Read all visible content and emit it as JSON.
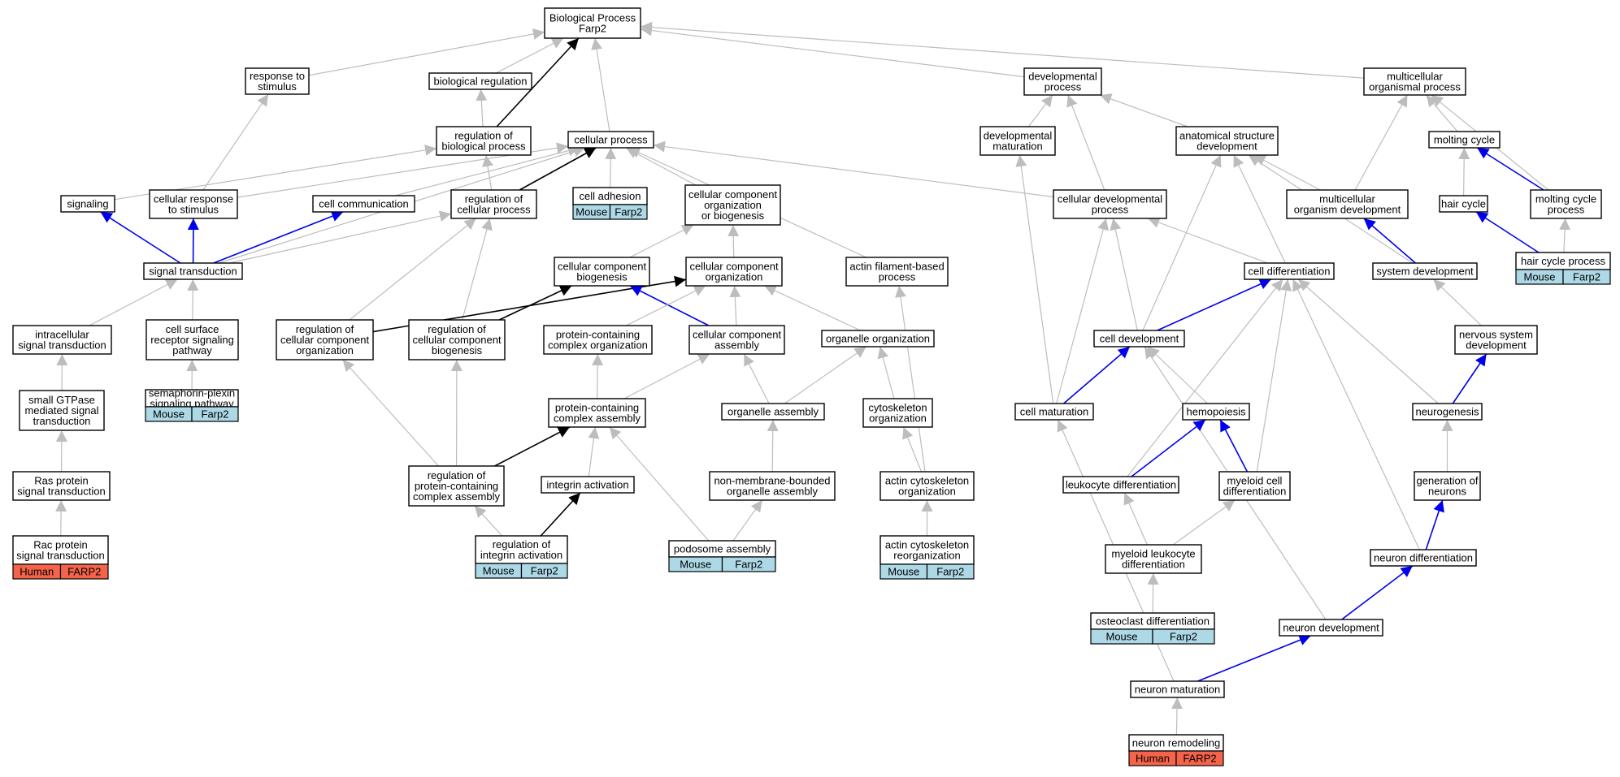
{
  "colors": {
    "gray_edge": "#bdbdbd",
    "blue_edge": "#0000ee",
    "black_edge": "#000000",
    "mouse_tag": "#add8e6",
    "human_tag": "#f4634a"
  },
  "nodes": [
    {
      "id": "bp",
      "lines": [
        "Biological Process",
        "Farp2"
      ]
    },
    {
      "id": "resp_stim",
      "lines": [
        "response to",
        "stimulus"
      ]
    },
    {
      "id": "bio_reg",
      "lines": [
        "biological regulation"
      ]
    },
    {
      "id": "reg_bio",
      "lines": [
        "regulation of",
        "biological process"
      ]
    },
    {
      "id": "cell_proc",
      "lines": [
        "cellular process"
      ]
    },
    {
      "id": "dev_proc",
      "lines": [
        "developmental",
        "process"
      ]
    },
    {
      "id": "multi_org",
      "lines": [
        "multicellular",
        "organismal process"
      ]
    },
    {
      "id": "dev_mat",
      "lines": [
        "developmental",
        "maturation"
      ]
    },
    {
      "id": "anat_dev",
      "lines": [
        "anatomical structure",
        "development"
      ]
    },
    {
      "id": "molt_cycle",
      "lines": [
        "molting cycle"
      ]
    },
    {
      "id": "signaling",
      "lines": [
        "signaling"
      ]
    },
    {
      "id": "cell_resp",
      "lines": [
        "cellular response",
        "to stimulus"
      ]
    },
    {
      "id": "cell_comm",
      "lines": [
        "cell communication"
      ]
    },
    {
      "id": "reg_cell",
      "lines": [
        "regulation of",
        "cellular process"
      ]
    },
    {
      "id": "cell_adh",
      "lines": [
        "cell adhesion"
      ],
      "tags": [
        "Mouse",
        "Farp2"
      ],
      "tag_kind": "mouse"
    },
    {
      "id": "ccob",
      "lines": [
        "cellular component",
        "organization",
        "or biogenesis"
      ]
    },
    {
      "id": "cell_dev_proc",
      "lines": [
        "cellular developmental",
        "process"
      ]
    },
    {
      "id": "multi_dev",
      "lines": [
        "multicellular",
        "organism development"
      ]
    },
    {
      "id": "hair_cycle",
      "lines": [
        "hair cycle"
      ]
    },
    {
      "id": "molt_proc",
      "lines": [
        "molting cycle",
        "process"
      ]
    },
    {
      "id": "sig_trans",
      "lines": [
        "signal transduction"
      ]
    },
    {
      "id": "cc_bio",
      "lines": [
        "cellular component",
        "biogenesis"
      ]
    },
    {
      "id": "cc_org",
      "lines": [
        "cellular component",
        "organization"
      ]
    },
    {
      "id": "actin_fil",
      "lines": [
        "actin filament-based",
        "process"
      ]
    },
    {
      "id": "cell_diff",
      "lines": [
        "cell differentiation"
      ]
    },
    {
      "id": "sys_dev",
      "lines": [
        "system development"
      ]
    },
    {
      "id": "hair_proc",
      "lines": [
        "hair cycle process"
      ],
      "tags": [
        "Mouse",
        "Farp2"
      ],
      "tag_kind": "mouse"
    },
    {
      "id": "intra_sig",
      "lines": [
        "intracellular",
        "signal transduction"
      ]
    },
    {
      "id": "csr",
      "lines": [
        "cell surface",
        "receptor signaling",
        "pathway"
      ]
    },
    {
      "id": "reg_cco",
      "lines": [
        "regulation of",
        "cellular component",
        "organization"
      ]
    },
    {
      "id": "reg_ccb",
      "lines": [
        "regulation of",
        "cellular component",
        "biogenesis"
      ]
    },
    {
      "id": "pcco",
      "lines": [
        "protein-containing",
        "complex organization"
      ]
    },
    {
      "id": "cca",
      "lines": [
        "cellular component",
        "assembly"
      ]
    },
    {
      "id": "org_org",
      "lines": [
        "organelle organization"
      ]
    },
    {
      "id": "cell_dev",
      "lines": [
        "cell development"
      ]
    },
    {
      "id": "ns_dev",
      "lines": [
        "nervous system",
        "development"
      ]
    },
    {
      "id": "gtpase",
      "lines": [
        "small GTPase",
        "mediated signal",
        "transduction"
      ]
    },
    {
      "id": "sema",
      "lines": [
        "semaphorin-plexin",
        "signaling pathway"
      ],
      "tags": [
        "Mouse",
        "Farp2"
      ],
      "tag_kind": "mouse"
    },
    {
      "id": "pcca",
      "lines": [
        "protein-containing",
        "complex assembly"
      ]
    },
    {
      "id": "org_asm",
      "lines": [
        "organelle assembly"
      ]
    },
    {
      "id": "cyto_org",
      "lines": [
        "cytoskeleton",
        "organization"
      ]
    },
    {
      "id": "cell_mat",
      "lines": [
        "cell maturation"
      ]
    },
    {
      "id": "hemo",
      "lines": [
        "hemopoiesis"
      ]
    },
    {
      "id": "neurogen",
      "lines": [
        "neurogenesis"
      ]
    },
    {
      "id": "ras",
      "lines": [
        "Ras protein",
        "signal transduction"
      ]
    },
    {
      "id": "reg_pcca",
      "lines": [
        "regulation of",
        "protein-containing",
        "complex assembly"
      ]
    },
    {
      "id": "integrin",
      "lines": [
        "integrin activation"
      ]
    },
    {
      "id": "nmb",
      "lines": [
        "non-membrane-bounded",
        "organelle assembly"
      ]
    },
    {
      "id": "actin_org",
      "lines": [
        "actin cytoskeleton",
        "organization"
      ]
    },
    {
      "id": "leuko",
      "lines": [
        "leukocyte differentiation"
      ]
    },
    {
      "id": "myeloid",
      "lines": [
        "myeloid cell",
        "differentiation"
      ]
    },
    {
      "id": "gen_neur",
      "lines": [
        "generation of",
        "neurons"
      ]
    },
    {
      "id": "rac",
      "lines": [
        "Rac protein",
        "signal transduction"
      ],
      "tags": [
        "Human",
        "FARP2"
      ],
      "tag_kind": "human"
    },
    {
      "id": "reg_int",
      "lines": [
        "regulation of",
        "integrin activation"
      ],
      "tags": [
        "Mouse",
        "Farp2"
      ],
      "tag_kind": "mouse"
    },
    {
      "id": "podo",
      "lines": [
        "podosome assembly"
      ],
      "tags": [
        "Mouse",
        "Farp2"
      ],
      "tag_kind": "mouse"
    },
    {
      "id": "actin_reorg",
      "lines": [
        "actin cytoskeleton",
        "reorganization"
      ],
      "tags": [
        "Mouse",
        "Farp2"
      ],
      "tag_kind": "mouse"
    },
    {
      "id": "myel_leuk",
      "lines": [
        "myeloid leukocyte",
        "differentiation"
      ]
    },
    {
      "id": "neur_diff",
      "lines": [
        "neuron differentiation"
      ]
    },
    {
      "id": "osteo",
      "lines": [
        "osteoclast differentiation"
      ],
      "tags": [
        "Mouse",
        "Farp2"
      ],
      "tag_kind": "mouse"
    },
    {
      "id": "neur_dev",
      "lines": [
        "neuron development"
      ]
    },
    {
      "id": "neur_mat",
      "lines": [
        "neuron maturation"
      ]
    },
    {
      "id": "neur_rem",
      "lines": [
        "neuron remodeling"
      ],
      "tags": [
        "Human",
        "FARP2"
      ],
      "tag_kind": "human"
    }
  ],
  "edges": [
    {
      "from": "resp_stim",
      "to": "bp",
      "style": "gray"
    },
    {
      "from": "bio_reg",
      "to": "bp",
      "style": "gray"
    },
    {
      "from": "reg_bio",
      "to": "bp",
      "style": "black"
    },
    {
      "from": "cell_proc",
      "to": "bp",
      "style": "gray"
    },
    {
      "from": "dev_proc",
      "to": "bp",
      "style": "gray"
    },
    {
      "from": "multi_org",
      "to": "bp",
      "style": "gray"
    },
    {
      "from": "reg_bio",
      "to": "bio_reg",
      "style": "gray"
    },
    {
      "from": "dev_mat",
      "to": "dev_proc",
      "style": "gray"
    },
    {
      "from": "anat_dev",
      "to": "dev_proc",
      "style": "gray"
    },
    {
      "from": "cell_dev_proc",
      "to": "dev_proc",
      "style": "gray"
    },
    {
      "from": "multi_dev",
      "to": "multi_org",
      "style": "gray"
    },
    {
      "from": "molt_cycle",
      "to": "multi_org",
      "style": "gray"
    },
    {
      "from": "molt_proc",
      "to": "multi_org",
      "style": "gray"
    },
    {
      "from": "hair_cycle",
      "to": "molt_cycle",
      "style": "gray"
    },
    {
      "from": "molt_proc",
      "to": "molt_cycle",
      "style": "blue"
    },
    {
      "from": "signaling",
      "to": "reg_bio",
      "style": "gray"
    },
    {
      "from": "reg_cell",
      "to": "reg_bio",
      "style": "gray"
    },
    {
      "from": "cell_resp",
      "to": "resp_stim",
      "style": "gray"
    },
    {
      "from": "cell_resp",
      "to": "cell_proc",
      "style": "gray"
    },
    {
      "from": "cell_comm",
      "to": "cell_proc",
      "style": "gray"
    },
    {
      "from": "reg_cell",
      "to": "cell_proc",
      "style": "black"
    },
    {
      "from": "cell_adh",
      "to": "cell_proc",
      "style": "gray"
    },
    {
      "from": "ccob",
      "to": "cell_proc",
      "style": "gray"
    },
    {
      "from": "actin_fil",
      "to": "cell_proc",
      "style": "gray"
    },
    {
      "from": "cell_dev_proc",
      "to": "cell_proc",
      "style": "gray"
    },
    {
      "from": "sig_trans",
      "to": "cell_proc",
      "style": "gray"
    },
    {
      "from": "sig_trans",
      "to": "signaling",
      "style": "blue"
    },
    {
      "from": "sig_trans",
      "to": "cell_resp",
      "style": "blue"
    },
    {
      "from": "sig_trans",
      "to": "cell_comm",
      "style": "blue"
    },
    {
      "from": "sig_trans",
      "to": "reg_cell",
      "style": "gray"
    },
    {
      "from": "cc_bio",
      "to": "ccob",
      "style": "gray"
    },
    {
      "from": "cc_org",
      "to": "ccob",
      "style": "gray"
    },
    {
      "from": "multi_dev",
      "to": "anat_dev",
      "style": "gray"
    },
    {
      "from": "cell_diff",
      "to": "anat_dev",
      "style": "gray"
    },
    {
      "from": "cell_dev",
      "to": "anat_dev",
      "style": "gray"
    },
    {
      "from": "sys_dev",
      "to": "anat_dev",
      "style": "gray"
    },
    {
      "from": "sys_dev",
      "to": "multi_dev",
      "style": "blue"
    },
    {
      "from": "hair_proc",
      "to": "hair_cycle",
      "style": "blue"
    },
    {
      "from": "hair_proc",
      "to": "molt_proc",
      "style": "gray"
    },
    {
      "from": "cell_diff",
      "to": "cell_dev_proc",
      "style": "gray"
    },
    {
      "from": "cell_dev",
      "to": "cell_dev_proc",
      "style": "gray"
    },
    {
      "from": "cell_mat",
      "to": "cell_dev_proc",
      "style": "gray"
    },
    {
      "from": "cell_mat",
      "to": "dev_mat",
      "style": "gray"
    },
    {
      "from": "intra_sig",
      "to": "sig_trans",
      "style": "gray"
    },
    {
      "from": "csr",
      "to": "sig_trans",
      "style": "gray"
    },
    {
      "from": "gtpase",
      "to": "intra_sig",
      "style": "gray"
    },
    {
      "from": "ras",
      "to": "gtpase",
      "style": "gray"
    },
    {
      "from": "rac",
      "to": "ras",
      "style": "gray"
    },
    {
      "from": "sema",
      "to": "csr",
      "style": "gray"
    },
    {
      "from": "reg_cco",
      "to": "reg_cell",
      "style": "gray"
    },
    {
      "from": "reg_ccb",
      "to": "reg_cell",
      "style": "gray"
    },
    {
      "from": "reg_cco",
      "to": "cc_org",
      "style": "black"
    },
    {
      "from": "reg_ccb",
      "to": "cc_bio",
      "style": "black"
    },
    {
      "from": "cca",
      "to": "cc_bio",
      "style": "blue"
    },
    {
      "from": "cca",
      "to": "cc_org",
      "style": "gray"
    },
    {
      "from": "pcco",
      "to": "cc_org",
      "style": "gray"
    },
    {
      "from": "org_org",
      "to": "cc_org",
      "style": "gray"
    },
    {
      "from": "reg_pcca",
      "to": "reg_cco",
      "style": "gray"
    },
    {
      "from": "reg_pcca",
      "to": "reg_ccb",
      "style": "gray"
    },
    {
      "from": "reg_pcca",
      "to": "pcca",
      "style": "black"
    },
    {
      "from": "pcca",
      "to": "pcco",
      "style": "gray"
    },
    {
      "from": "pcca",
      "to": "cca",
      "style": "gray"
    },
    {
      "from": "org_asm",
      "to": "cca",
      "style": "gray"
    },
    {
      "from": "org_asm",
      "to": "org_org",
      "style": "gray"
    },
    {
      "from": "cyto_org",
      "to": "org_org",
      "style": "gray"
    },
    {
      "from": "nmb",
      "to": "org_asm",
      "style": "gray"
    },
    {
      "from": "actin_org",
      "to": "cyto_org",
      "style": "gray"
    },
    {
      "from": "actin_org",
      "to": "actin_fil",
      "style": "gray"
    },
    {
      "from": "actin_reorg",
      "to": "actin_org",
      "style": "gray"
    },
    {
      "from": "integrin",
      "to": "pcca",
      "style": "gray"
    },
    {
      "from": "reg_int",
      "to": "integrin",
      "style": "black"
    },
    {
      "from": "reg_int",
      "to": "reg_pcca",
      "style": "gray"
    },
    {
      "from": "podo",
      "to": "pcca",
      "style": "gray"
    },
    {
      "from": "podo",
      "to": "nmb",
      "style": "gray"
    },
    {
      "from": "ns_dev",
      "to": "sys_dev",
      "style": "gray"
    },
    {
      "from": "neurogen",
      "to": "ns_dev",
      "style": "blue"
    },
    {
      "from": "neurogen",
      "to": "cell_diff",
      "style": "gray"
    },
    {
      "from": "gen_neur",
      "to": "neurogen",
      "style": "gray"
    },
    {
      "from": "neur_diff",
      "to": "gen_neur",
      "style": "blue"
    },
    {
      "from": "neur_diff",
      "to": "cell_diff",
      "style": "gray"
    },
    {
      "from": "neur_dev",
      "to": "neur_diff",
      "style": "blue"
    },
    {
      "from": "neur_dev",
      "to": "cell_dev",
      "style": "gray"
    },
    {
      "from": "neur_mat",
      "to": "neur_dev",
      "style": "blue"
    },
    {
      "from": "neur_mat",
      "to": "cell_mat",
      "style": "gray"
    },
    {
      "from": "neur_rem",
      "to": "neur_mat",
      "style": "gray"
    },
    {
      "from": "cell_dev",
      "to": "cell_diff",
      "style": "blue"
    },
    {
      "from": "cell_mat",
      "to": "cell_dev",
      "style": "blue"
    },
    {
      "from": "hemo",
      "to": "cell_dev",
      "style": "gray"
    },
    {
      "from": "leuko",
      "to": "hemo",
      "style": "blue"
    },
    {
      "from": "myeloid",
      "to": "hemo",
      "style": "blue"
    },
    {
      "from": "leuko",
      "to": "cell_diff",
      "style": "gray"
    },
    {
      "from": "myeloid",
      "to": "cell_diff",
      "style": "gray"
    },
    {
      "from": "myel_leuk",
      "to": "leuko",
      "style": "gray"
    },
    {
      "from": "myel_leuk",
      "to": "myeloid",
      "style": "gray"
    },
    {
      "from": "osteo",
      "to": "myel_leuk",
      "style": "gray"
    }
  ]
}
